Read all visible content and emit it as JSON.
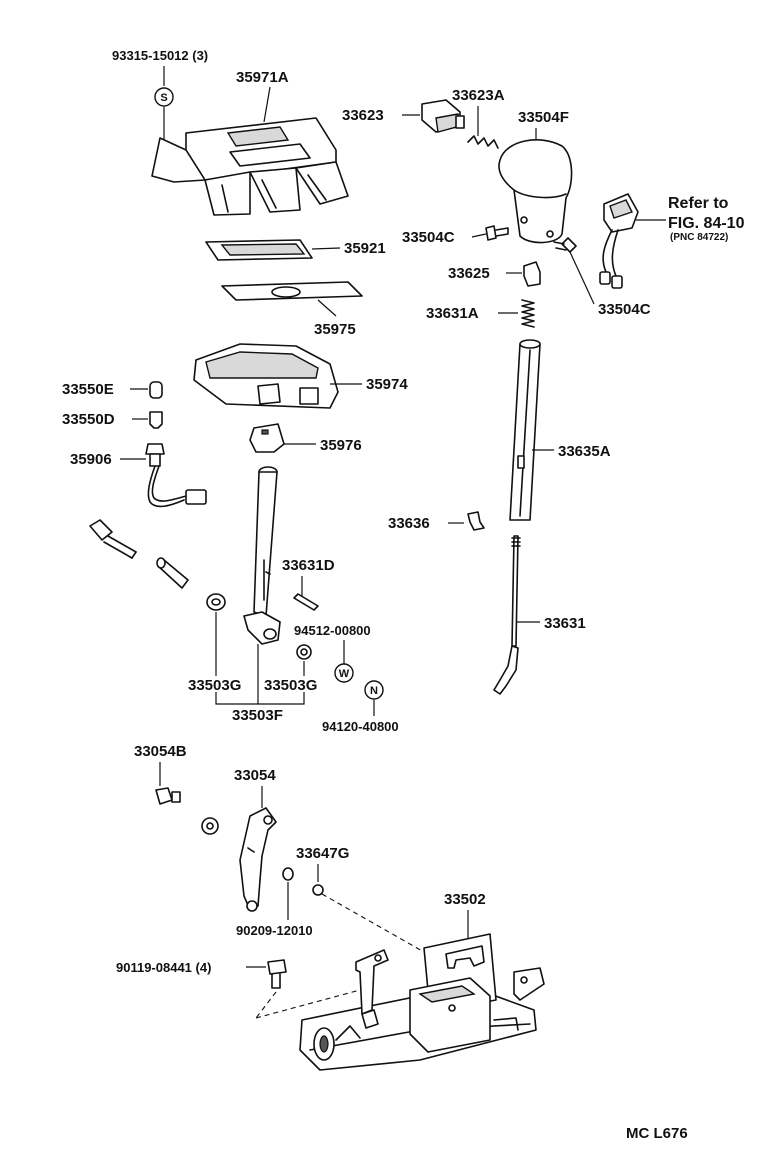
{
  "labels": {
    "p_93315_15012": "93315-15012 (3)",
    "p_35971A": "35971A",
    "p_33623": "33623",
    "p_33623A": "33623A",
    "p_33504F": "33504F",
    "p_35921": "35921",
    "p_35975": "35975",
    "p_33504C_left": "33504C",
    "p_33504C_right": "33504C",
    "p_33625": "33625",
    "p_33631A": "33631A",
    "p_35974": "35974",
    "p_33550E": "33550E",
    "p_33550D": "33550D",
    "p_35906": "35906",
    "p_35976": "35976",
    "p_33635A": "33635A",
    "p_33636": "33636",
    "p_33631D": "33631D",
    "p_94512_00800": "94512-00800",
    "p_33631": "33631",
    "p_33503G_left": "33503G",
    "p_33503G_right": "33503G",
    "p_33503F": "33503F",
    "p_94120_40800": "94120-40800",
    "p_33054B": "33054B",
    "p_33054": "33054",
    "p_33647G": "33647G",
    "p_33502": "33502",
    "p_90209_12010": "90209-12010",
    "p_90119_08441": "90119-08441 (4)",
    "figure_code": "MC L676"
  },
  "reference": {
    "line1": "Refer to",
    "line2": "FIG. 84-10",
    "line3": "(PNC 84722)"
  },
  "symbols": {
    "s": "S",
    "w": "W",
    "n": "N"
  }
}
